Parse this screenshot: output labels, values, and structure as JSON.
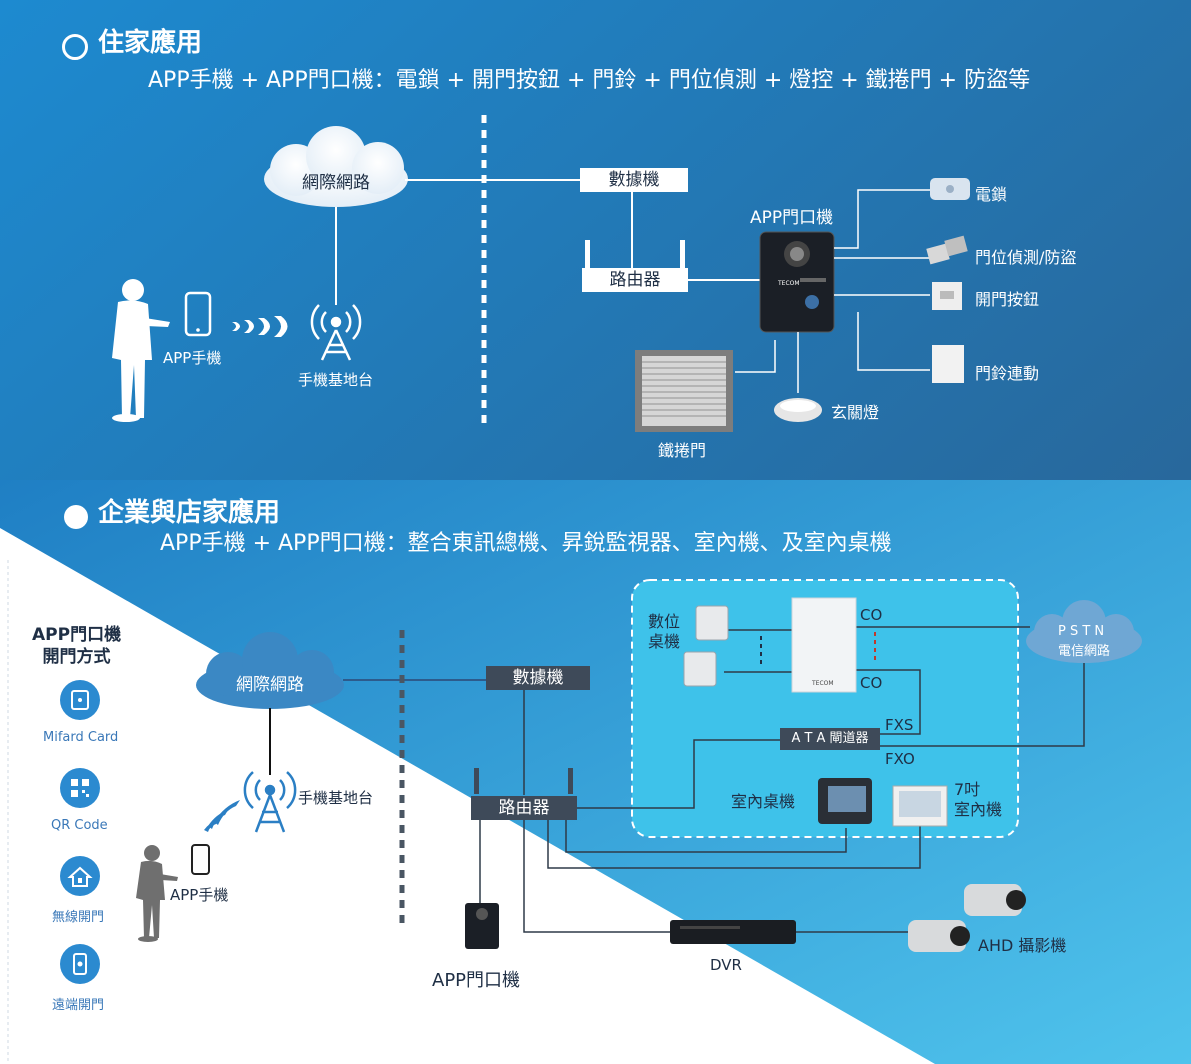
{
  "residential": {
    "title": "住家應用",
    "subtitle": "APP手機 + APP門口機：電鎖 + 開門按鈕 + 門鈴 + 門位偵測 + 燈控 + 鐵捲門 + 防盜等",
    "cloud": "網際網路",
    "modem": "數據機",
    "router": "路由器",
    "phone": "APP手機",
    "tower": "手機基地台",
    "door_station": "APP門口機",
    "door_station_brand": "TECOM",
    "shutter": "鐵捲門",
    "porch_light": "玄關燈",
    "electric_lock": "電鎖",
    "door_sensor": "門位偵測/防盜",
    "open_button": "開門按鈕",
    "doorbell": "門鈴連動"
  },
  "business": {
    "title": "企業與店家應用",
    "subtitle": "APP手機 + APP門口機：整合東訊總機、昇銳監視器、室內機、及室內桌機",
    "cloud": "網際網路",
    "modem": "數據機",
    "router": "路由器",
    "tower": "手機基地台",
    "phone": "APP手機",
    "door_station": "APP門口機",
    "digital_phone": "數位\n桌機",
    "pbx_brand": "TECOM",
    "co_top": "CO",
    "co_bottom": "CO",
    "pstn_title": "P S T N",
    "pstn_sub": "電信網路",
    "ata": "A T A 閘道器",
    "fxs": "FXS",
    "fxo": "FXO",
    "indoor_desk": "室內桌機",
    "indoor_unit": "7吋\n室內機",
    "dvr": "DVR",
    "camera": "AHD 攝影機"
  },
  "methods": {
    "title": "APP門口機\n開門方式",
    "items": [
      "Mifard Card",
      "QR Code",
      "無線開門",
      "遠端開門"
    ]
  },
  "colors": {
    "top_gradient_start": "#1e88cf",
    "top_gradient_end": "#2a5f8e",
    "accent_blue": "#2b8ad0",
    "dark_box": "#3e4a59"
  }
}
